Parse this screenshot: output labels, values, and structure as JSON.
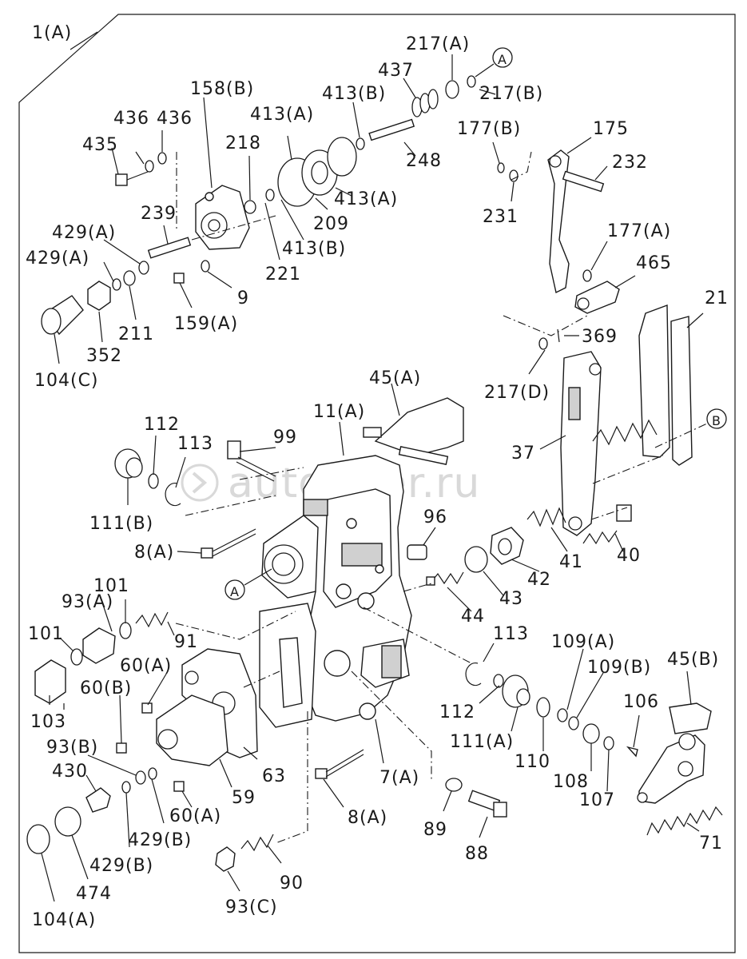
{
  "diagram": {
    "watermark": "autopiter.ru",
    "labels": [
      {
        "id": "1A",
        "text": "1(A)"
      },
      {
        "id": "217A",
        "text": "217(A)"
      },
      {
        "id": "437",
        "text": "437"
      },
      {
        "id": "217B",
        "text": "217(B)"
      },
      {
        "id": "158B",
        "text": "158(B)"
      },
      {
        "id": "413B_top",
        "text": "413(B)"
      },
      {
        "id": "413A_top",
        "text": "413(A)"
      },
      {
        "id": "436a",
        "text": "436"
      },
      {
        "id": "436b",
        "text": "436"
      },
      {
        "id": "435",
        "text": "435"
      },
      {
        "id": "218",
        "text": "218"
      },
      {
        "id": "177B",
        "text": "177(B)"
      },
      {
        "id": "175",
        "text": "175"
      },
      {
        "id": "248",
        "text": "248"
      },
      {
        "id": "232",
        "text": "232"
      },
      {
        "id": "413A_mid",
        "text": "413(A)"
      },
      {
        "id": "239",
        "text": "239"
      },
      {
        "id": "209",
        "text": "209"
      },
      {
        "id": "231",
        "text": "231"
      },
      {
        "id": "429A_a",
        "text": "429(A)"
      },
      {
        "id": "413B_mid",
        "text": "413(B)"
      },
      {
        "id": "177A",
        "text": "177(A)"
      },
      {
        "id": "429A_b",
        "text": "429(A)"
      },
      {
        "id": "465",
        "text": "465"
      },
      {
        "id": "221",
        "text": "221"
      },
      {
        "id": "9",
        "text": "9"
      },
      {
        "id": "21",
        "text": "21"
      },
      {
        "id": "159A",
        "text": "159(A)"
      },
      {
        "id": "211",
        "text": "211"
      },
      {
        "id": "369",
        "text": "369"
      },
      {
        "id": "352",
        "text": "352"
      },
      {
        "id": "104C",
        "text": "104(C)"
      },
      {
        "id": "45A",
        "text": "45(A)"
      },
      {
        "id": "217D",
        "text": "217(D)"
      },
      {
        "id": "11A",
        "text": "11(A)"
      },
      {
        "id": "112a",
        "text": "112"
      },
      {
        "id": "99",
        "text": "99"
      },
      {
        "id": "113a",
        "text": "113"
      },
      {
        "id": "37",
        "text": "37"
      },
      {
        "id": "111B",
        "text": "111(B)"
      },
      {
        "id": "96",
        "text": "96"
      },
      {
        "id": "8A_a",
        "text": "8(A)"
      },
      {
        "id": "41",
        "text": "41"
      },
      {
        "id": "40",
        "text": "40"
      },
      {
        "id": "42",
        "text": "42"
      },
      {
        "id": "101a",
        "text": "101"
      },
      {
        "id": "93A",
        "text": "93(A)"
      },
      {
        "id": "43",
        "text": "43"
      },
      {
        "id": "44",
        "text": "44"
      },
      {
        "id": "91",
        "text": "91"
      },
      {
        "id": "101b",
        "text": "101"
      },
      {
        "id": "113b",
        "text": "113"
      },
      {
        "id": "109A",
        "text": "109(A)"
      },
      {
        "id": "60A_a",
        "text": "60(A)"
      },
      {
        "id": "109B",
        "text": "109(B)"
      },
      {
        "id": "45B",
        "text": "45(B)"
      },
      {
        "id": "60B",
        "text": "60(B)"
      },
      {
        "id": "103",
        "text": "103"
      },
      {
        "id": "112b",
        "text": "112"
      },
      {
        "id": "106",
        "text": "106"
      },
      {
        "id": "111A",
        "text": "111(A)"
      },
      {
        "id": "93B",
        "text": "93(B)"
      },
      {
        "id": "110",
        "text": "110"
      },
      {
        "id": "63",
        "text": "63"
      },
      {
        "id": "430",
        "text": "430"
      },
      {
        "id": "7A",
        "text": "7(A)"
      },
      {
        "id": "108",
        "text": "108"
      },
      {
        "id": "59",
        "text": "59"
      },
      {
        "id": "107",
        "text": "107"
      },
      {
        "id": "60A_b",
        "text": "60(A)"
      },
      {
        "id": "8A_b",
        "text": "8(A)"
      },
      {
        "id": "429B_a",
        "text": "429(B)"
      },
      {
        "id": "89",
        "text": "89"
      },
      {
        "id": "71",
        "text": "71"
      },
      {
        "id": "88",
        "text": "88"
      },
      {
        "id": "429B_b",
        "text": "429(B)"
      },
      {
        "id": "90",
        "text": "90"
      },
      {
        "id": "474",
        "text": "474"
      },
      {
        "id": "104A",
        "text": "104(A)"
      },
      {
        "id": "93C",
        "text": "93(C)"
      }
    ],
    "callouts": [
      {
        "id": "ref-a-top",
        "text": "A"
      },
      {
        "id": "ref-b",
        "text": "B"
      },
      {
        "id": "ref-a-body",
        "text": "A"
      }
    ]
  }
}
